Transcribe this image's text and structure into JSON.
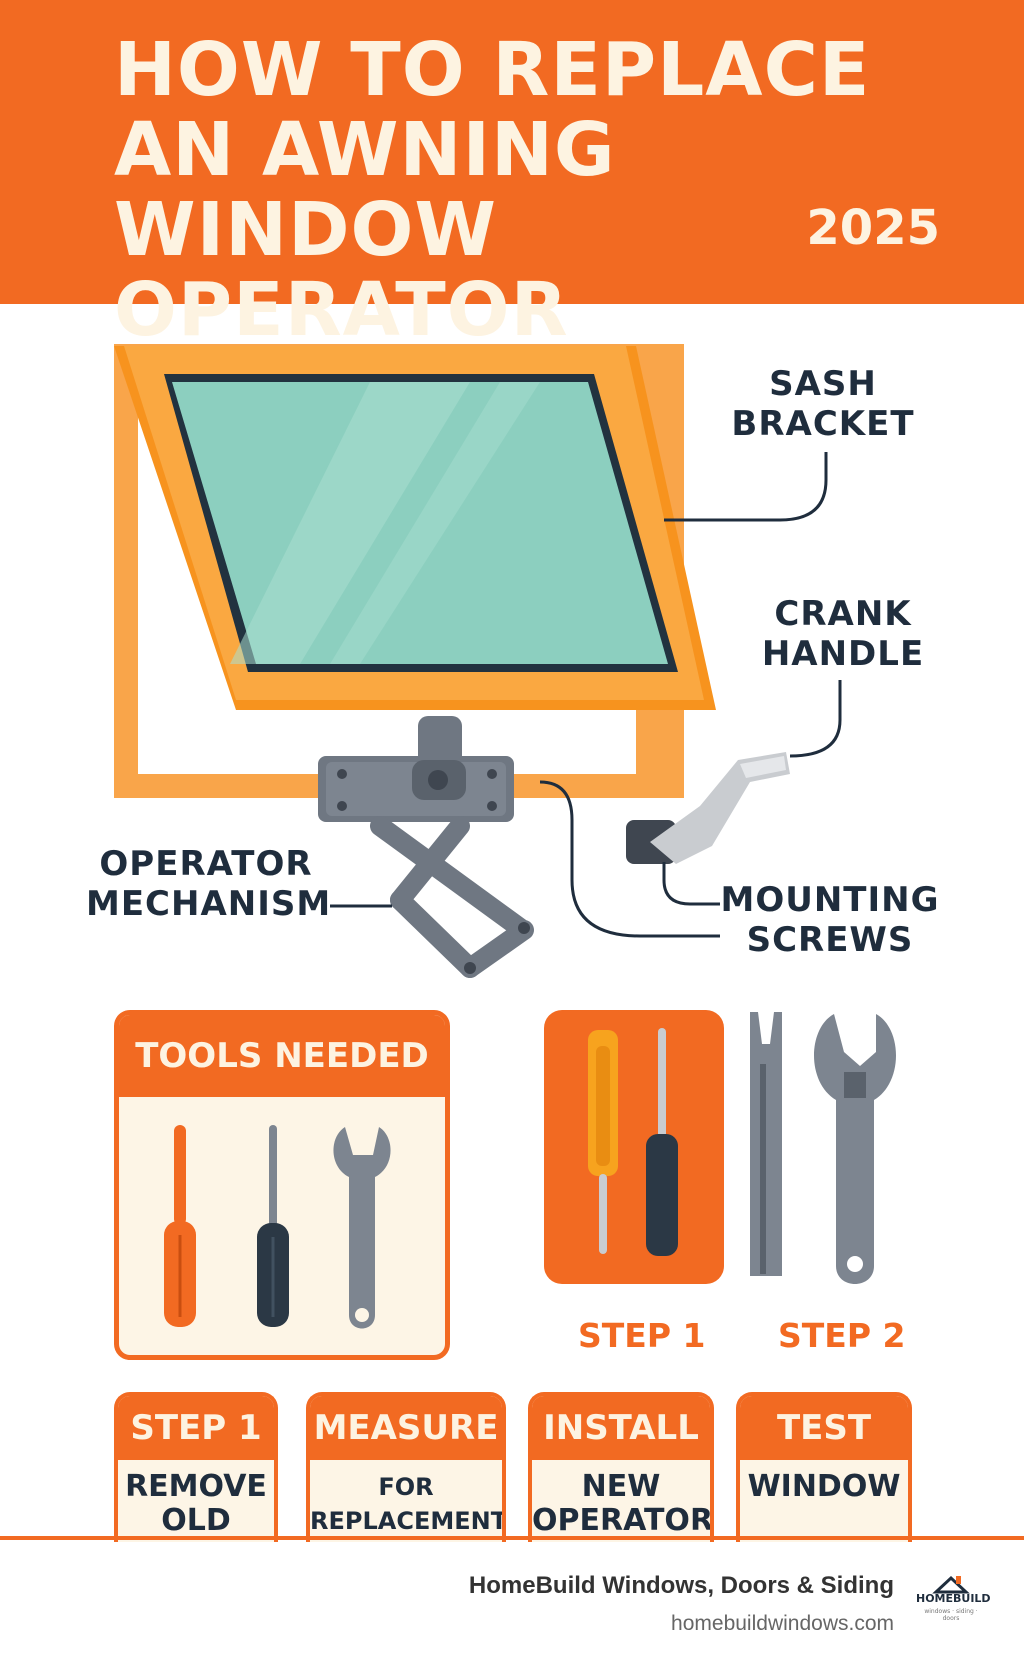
{
  "header": {
    "title": "HOW TO REPLACE AN AWNING WINDOW OPERATOR",
    "year": "2025"
  },
  "callouts": {
    "sash_bracket": "SASH BRACKET",
    "crank_handle": "CRANK HANDLE",
    "operator_mechanism": "OPERATOR MECHANISM",
    "mounting_screws": "MOUNTING SCREWS"
  },
  "tools": {
    "heading": "TOOLS NEEDED"
  },
  "step_labels": {
    "step1": "STEP 1",
    "step2": "STEP 2"
  },
  "cards": [
    {
      "heading": "STEP 1",
      "body": "REMOVE OLD"
    },
    {
      "heading": "MEASURE",
      "body": "FOR REPLACEMENT"
    },
    {
      "heading": "INSTALL",
      "body": "NEW OPERATOR"
    },
    {
      "heading": "TEST",
      "body": "WINDOW"
    }
  ],
  "footer": {
    "company": "HomeBuild Windows, Doors & Siding",
    "url": "homebuildwindows.com",
    "logo_text": "HOMEBUILD",
    "logo_sub": "windows · siding · doors"
  },
  "colors": {
    "accent": "#f26a22",
    "cream": "#fdf3e1",
    "navy": "#1f2d3d",
    "glass": "#8ccfbf",
    "frame": "#f9a54a",
    "metal": "#6f7782"
  }
}
